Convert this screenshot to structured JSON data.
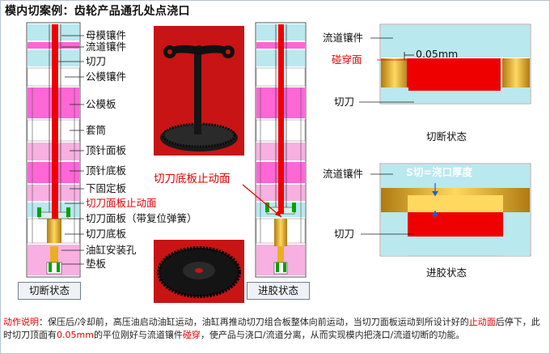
{
  "title": "模内切案例：齿轮产品通孔处点浇口",
  "left_labels": [
    {
      "id": "mother-insert",
      "text": "母模镶件",
      "red": false
    },
    {
      "id": "runner-insert",
      "text": "流道镶件",
      "red": false
    },
    {
      "id": "cutter",
      "text": "切刀",
      "red": false
    },
    {
      "id": "male-insert",
      "text": "公模镶件",
      "red": false
    },
    {
      "id": "male-plate",
      "text": "公模板",
      "red": false
    },
    {
      "id": "sleeve",
      "text": "套筒",
      "red": false
    },
    {
      "id": "ejector-face-plate",
      "text": "顶针面板",
      "red": false
    },
    {
      "id": "ejector-base-plate",
      "text": "顶针底板",
      "red": false
    },
    {
      "id": "lower-fixed-plate",
      "text": "下固定板",
      "red": false
    },
    {
      "id": "cutter-face-stop",
      "text": "切刀面板止动面",
      "red": true
    },
    {
      "id": "cutter-face-plate",
      "text": "切刀面板（带复位弹簧）",
      "red": false
    },
    {
      "id": "cutter-base-plate",
      "text": "切刀底板",
      "red": false
    },
    {
      "id": "cylinder-hole",
      "text": "油缸安装孔",
      "red": false
    },
    {
      "id": "pad-plate",
      "text": "垫板",
      "red": false
    }
  ],
  "center_label": "切刀底板止动面",
  "caption_cut": "切断状态",
  "caption_inject": "进胶状态",
  "right_top": {
    "runner_insert": "流道镶件",
    "hit": "碰穿面",
    "gap": "0.05mm",
    "cutter": "切刀",
    "caption": "切断状态"
  },
  "right_bottom": {
    "runner_insert": "流道镶件",
    "formula": "S切=浇口厚度",
    "cutter": "切刀",
    "caption": "进胶状态"
  },
  "footer": {
    "p1_red": "动作说明",
    "p1": "：保压后/冷却前，高压油启动油缸运动，油缸再推动切刀组合板整体向前运动，当切刀面板运动到所设计好的",
    "p2_red": "止动面",
    "p3": "后停下，此时切刀顶面有",
    "p4_red": "0.05mm",
    "p5": "的平位刚好与流道镶件",
    "p6_red": "碰穿",
    "p7": "，使产品与浇口/流道分离，从而实现模内把浇口/流道切断的功能。"
  },
  "colors": {
    "magenta": "#ff66d6",
    "pink": "#f7b0e1",
    "cyan": "#b9e8ef",
    "red": "#ee0000",
    "gold": "#e8b020",
    "green": "#00a200",
    "frame": "#b7c3d3"
  }
}
